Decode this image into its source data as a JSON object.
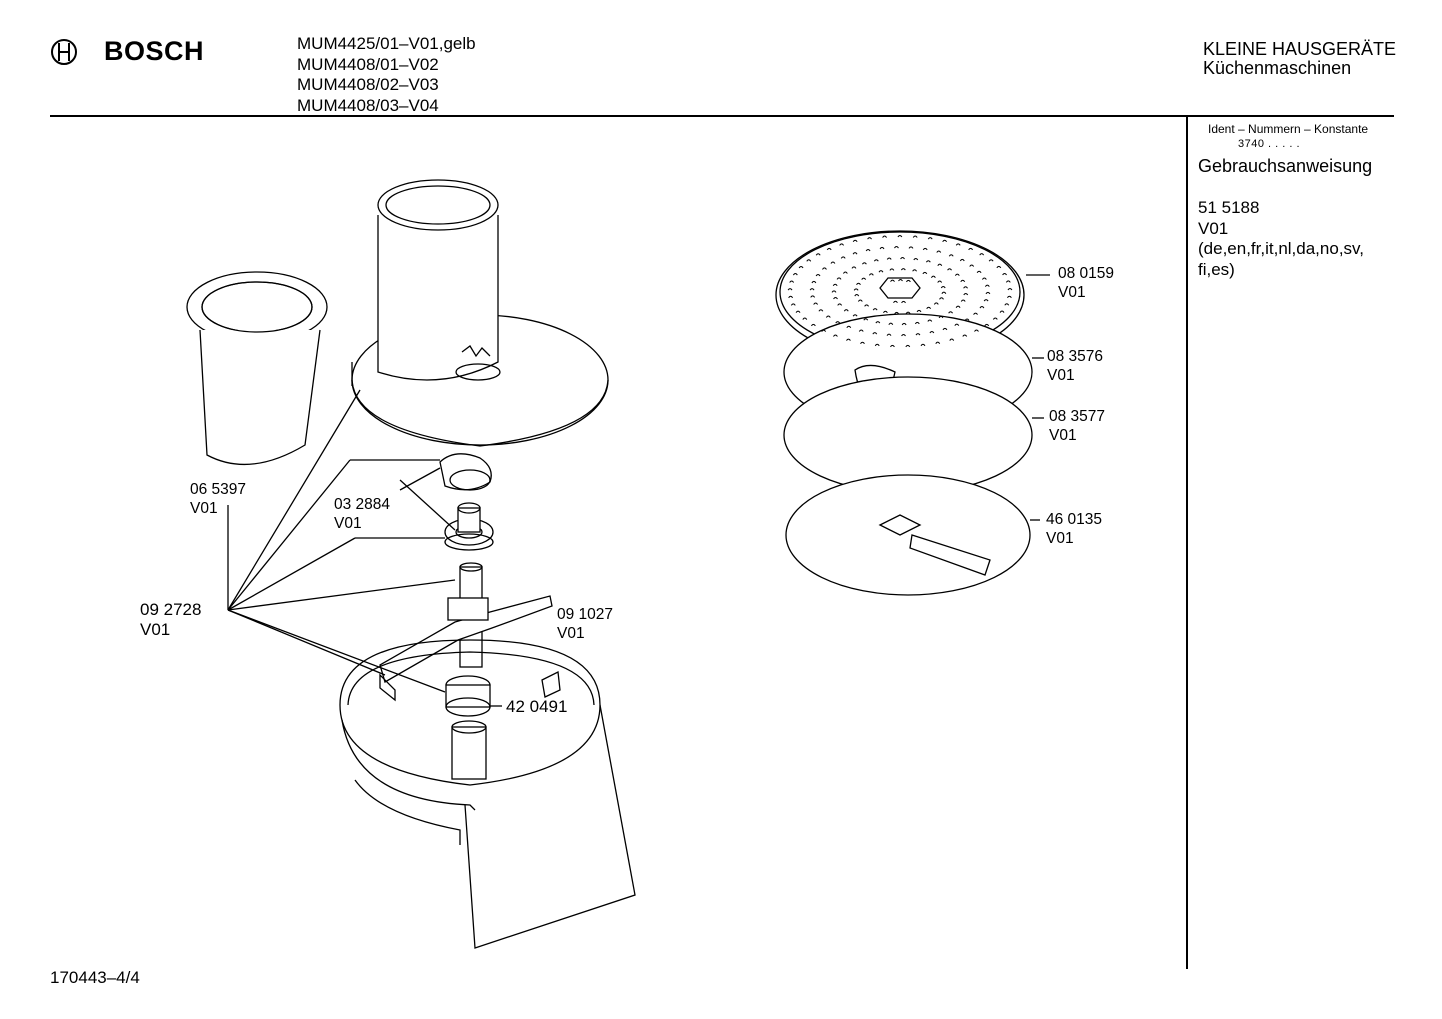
{
  "header": {
    "brand": "BOSCH",
    "models": [
      "MUM4425/01–V01,gelb",
      "MUM4408/01–V02",
      "MUM4408/02–V03",
      "MUM4408/03–V04"
    ],
    "category_line1": "KLEINE HAUSGERÄTE",
    "category_line2": "Küchenmaschinen"
  },
  "sidebar": {
    "ident_label": "Ident – Nummern – Konstante",
    "ident_number": "3740 . . . . .",
    "manual_title": "Gebrauchsanweisung",
    "manual_number": "51 5188",
    "manual_version": "V01",
    "languages_line1": "(de,en,fr,it,nl,da,no,sv,",
    "languages_line2": "fi,es)"
  },
  "parts": [
    {
      "id": "06-5397",
      "number": "06 5397",
      "version": "V01"
    },
    {
      "id": "03-2884",
      "number": "03 2884",
      "version": "V01"
    },
    {
      "id": "09-2728",
      "number": "09 2728",
      "version": "V01"
    },
    {
      "id": "09-1027",
      "number": "09 1027",
      "version": "V01"
    },
    {
      "id": "42-0491",
      "number": "42 0491",
      "version": ""
    },
    {
      "id": "08-0159",
      "number": "08 0159",
      "version": "V01"
    },
    {
      "id": "08-3576",
      "number": "08 3576",
      "version": "V01"
    },
    {
      "id": "08-3577",
      "number": "08 3577",
      "version": "V01"
    },
    {
      "id": "46-0135",
      "number": "46 0135",
      "version": "V01"
    }
  ],
  "footer": {
    "document_id": "170443–4/4"
  }
}
